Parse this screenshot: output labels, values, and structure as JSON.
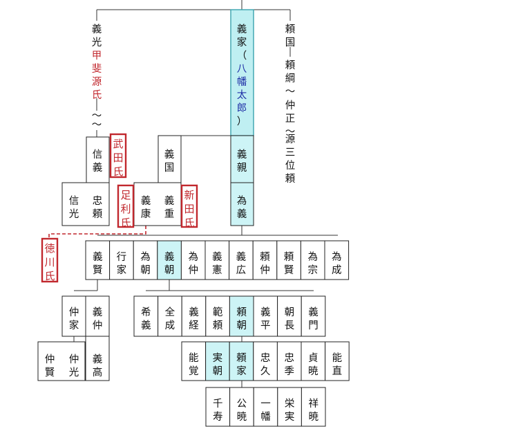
{
  "colors": {
    "highlight": "#cdf4f6",
    "clan_red": "#c1272d",
    "title_blue": "#1f2fa6"
  },
  "top": {
    "yoshimitsu": "義光",
    "kai_genji": "甲斐源氏",
    "tilde1": "〜",
    "tilde2": "〜",
    "yoshiie": "義家（",
    "hachimantaro": "八幡太郎",
    "yoshiie_end": "）",
    "yorikuni_line": "頼国頼綱〜仲正〜源三位頼",
    "yorikuni": "頼国",
    "yoritsuna": "頼綱〜",
    "nakamasa": "仲正〜",
    "genzanmi": "源三位頼"
  },
  "clans": {
    "takeda": "武田氏",
    "ashikaga": "足利氏",
    "nitta": "新田氏",
    "tokugawa": "徳川氏"
  },
  "row2": {
    "nobuyoshi": "信義",
    "yoshikuni": "義国",
    "yoshichika": "義親"
  },
  "row3": {
    "nobumitsu": "信光",
    "tadayori": "忠頼",
    "yoshiyasu": "義康",
    "yoshishige": "義重",
    "tameyoshi": "為義"
  },
  "row4": [
    "義賢",
    "行家",
    "為朝",
    "義朝",
    "為仲",
    "義憲",
    "義広",
    "頼仲",
    "頼賢",
    "為宗",
    "為成"
  ],
  "row5_left": [
    "仲家",
    "義仲"
  ],
  "row5_right": [
    "希義",
    "全成",
    "義経",
    "範頼",
    "頼朝",
    "義平",
    "朝長",
    "義門"
  ],
  "row6_left": [
    "仲賢",
    "仲光",
    "義高"
  ],
  "row6_right": [
    "能覚",
    "実朝",
    "頼家",
    "忠久",
    "忠季",
    "貞暁",
    "能直"
  ],
  "row7": [
    "千寿",
    "公暁",
    "一幡",
    "栄実",
    "祥暁"
  ]
}
